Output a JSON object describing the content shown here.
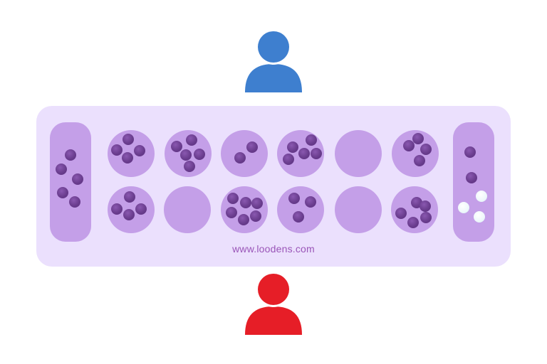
{
  "players": {
    "top": {
      "icon": "user-icon",
      "color": "#3e7fcf"
    },
    "bottom": {
      "icon": "user-icon",
      "color": "#e61e27"
    }
  },
  "board": {
    "colors": {
      "board": "#ebe0fd",
      "pit": "#c49fe8",
      "seed": "#6a3d8e"
    },
    "top_row_seed_counts": [
      4,
      5,
      2,
      5,
      0,
      4
    ],
    "bottom_row_seed_counts": [
      4,
      0,
      6,
      3,
      0,
      5
    ],
    "left_store_seed_count": 5,
    "right_store": {
      "dark_seeds": 2,
      "light_seeds": 3
    },
    "site_url": "www.loodens.com"
  }
}
